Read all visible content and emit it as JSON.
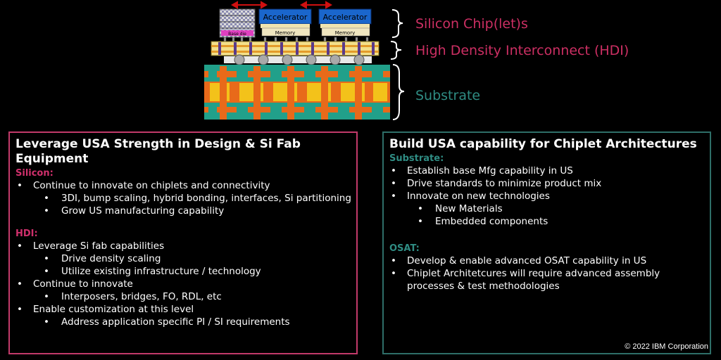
{
  "diagram": {
    "chips": [
      {
        "label": "Accelerator",
        "memory_label": "Memory"
      },
      {
        "label": "Accelerator",
        "memory_label": "Memory"
      }
    ],
    "logic_die_label": "Base die",
    "layers": [
      {
        "label": "Silicon Chip(let)s",
        "color": "#cc2f63"
      },
      {
        "label": "High Density Interconnect (HDI)",
        "color": "#cc2f63"
      },
      {
        "label": "Substrate",
        "color": "#2f8c83"
      }
    ]
  },
  "left_panel": {
    "title": "Leverage USA Strength in Design & Si Fab Equipment",
    "border_color": "#c23a6a",
    "sections": [
      {
        "heading": "Silicon:",
        "items": [
          {
            "level": 1,
            "text": "Continue to innovate on chiplets and connectivity"
          },
          {
            "level": 2,
            "text": "3DI, bump scaling, hybrid bonding, interfaces, Si partitioning"
          },
          {
            "level": 2,
            "text": "Grow US manufacturing capability"
          }
        ]
      },
      {
        "heading": "HDI:",
        "items": [
          {
            "level": 1,
            "text": "Leverage Si fab capabilities"
          },
          {
            "level": 2,
            "text": "Drive density scaling"
          },
          {
            "level": 2,
            "text": "Utilize existing infrastructure / technology"
          },
          {
            "level": 1,
            "text": "Continue to innovate"
          },
          {
            "level": 2,
            "text": "Interposers, bridges, FO, RDL, etc"
          },
          {
            "level": 1,
            "text": "Enable customization at this level"
          },
          {
            "level": 2,
            "text": "Address application specific PI / SI requirements"
          }
        ]
      }
    ]
  },
  "right_panel": {
    "title": "Build USA capability for Chiplet Architectures",
    "border_color": "#2e6e68",
    "sections": [
      {
        "heading": "Substrate:",
        "items": [
          {
            "level": 1,
            "text": "Establish base Mfg capability in US"
          },
          {
            "level": 1,
            "text": "Drive standards to minimize product mix"
          },
          {
            "level": 1,
            "text": "Innovate on new technologies"
          },
          {
            "level": 2,
            "text": "New Materials"
          },
          {
            "level": 2,
            "text": "Embedded components"
          }
        ]
      },
      {
        "heading": "OSAT:",
        "items": [
          {
            "level": 1,
            "text": "Develop & enable advanced OSAT capability in US"
          },
          {
            "level": 1,
            "text": "Chiplet Architetcures will require advanced assembly processes & test methodologies"
          }
        ]
      }
    ]
  },
  "footer": {
    "copyright": "© 2022 IBM Corporation"
  }
}
